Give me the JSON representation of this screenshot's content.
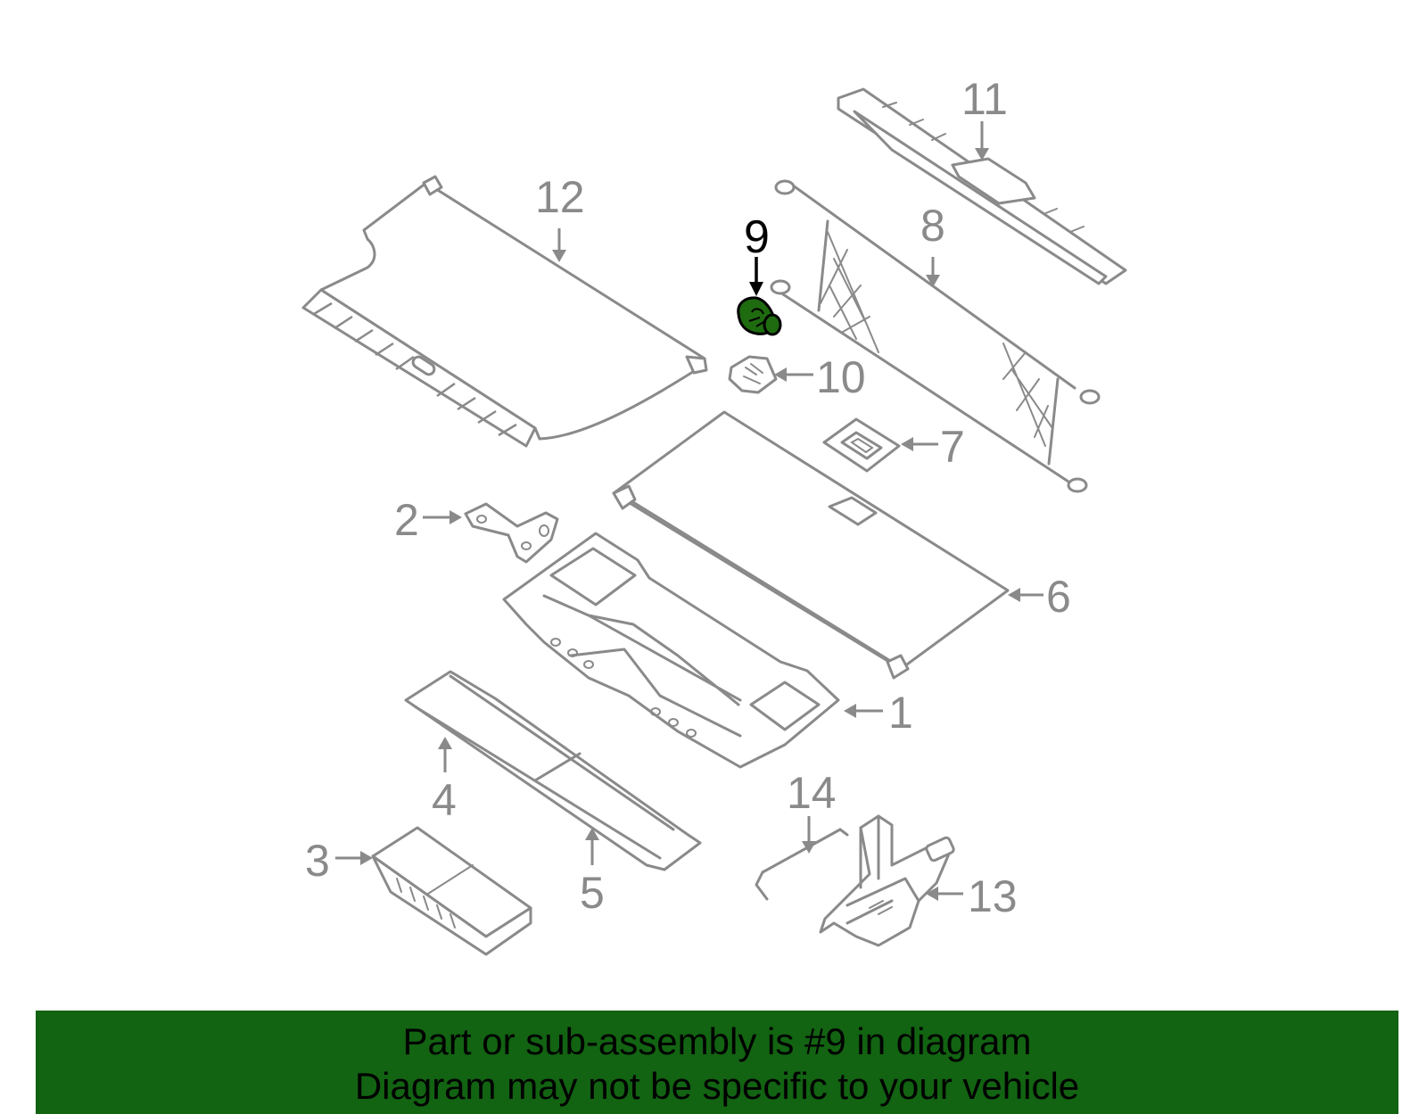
{
  "diagram": {
    "highlighted_part": "9",
    "highlight_color": "#1f6b10",
    "banner_color": "#126312",
    "callouts": {
      "c1": "1",
      "c2": "2",
      "c3": "3",
      "c4": "4",
      "c5": "5",
      "c6": "6",
      "c7": "7",
      "c8": "8",
      "c9": "9",
      "c10": "10",
      "c11": "11",
      "c12": "12",
      "c13": "13",
      "c14": "14"
    }
  },
  "footer": {
    "line1": "Part or sub-assembly is #9 in diagram",
    "line2": "Diagram may not be specific to your vehicle"
  }
}
